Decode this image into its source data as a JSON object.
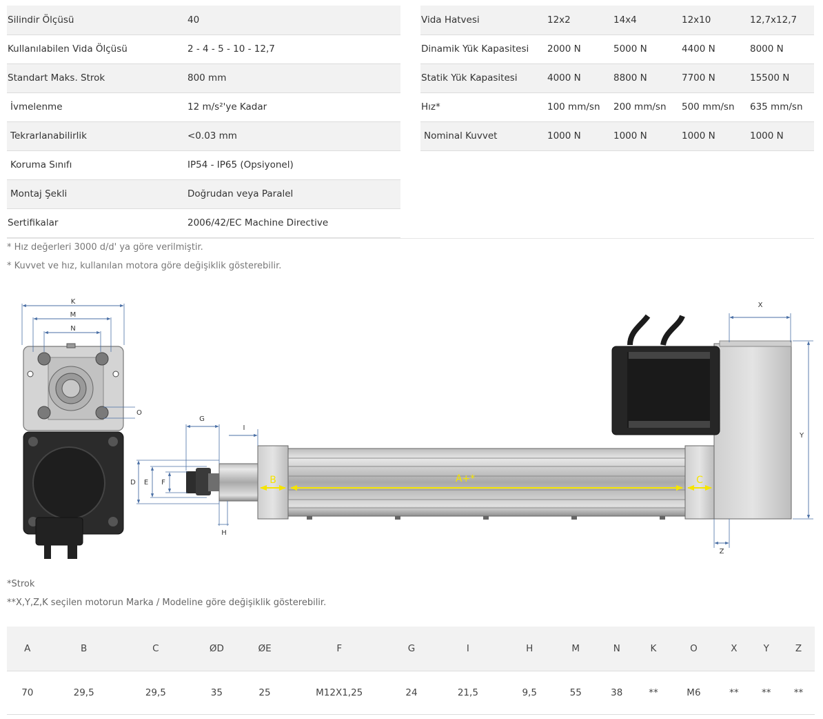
{
  "specs_left": [
    {
      "label": "Silindir Ölçüsü",
      "value": "40"
    },
    {
      "label": "Kullanılabilen Vida Ölçüsü",
      "value": "2 - 4 - 5 - 10 - 12,7"
    },
    {
      "label": "Standart Maks. Strok",
      "value": "800 mm"
    },
    {
      "label": "İvmelenme",
      "value": "12 m/s²'ye Kadar"
    },
    {
      "label": "Tekrarlanabilirlik",
      "value": "<0.03 mm"
    },
    {
      "label": "Koruma Sınıfı",
      "value": "IP54 - IP65 (Opsiyonel)"
    },
    {
      "label": "Montaj Şekli",
      "value": "Doğrudan veya Paralel"
    },
    {
      "label": "Sertifikalar",
      "value": "2006/42/EC Machine Directive"
    }
  ],
  "specs_right": [
    {
      "label": "Vida Hatvesi",
      "values": [
        "12x2",
        "14x4",
        "12x10",
        "12,7x12,7"
      ]
    },
    {
      "label": "Dinamik Yük Kapasitesi",
      "values": [
        "2000 N",
        "5000 N",
        "4400 N",
        "8000 N"
      ]
    },
    {
      "label": "Statik Yük Kapasitesi",
      "values": [
        "4000 N",
        "8800 N",
        "7700 N",
        "15500 N"
      ]
    },
    {
      "label": "Hız*",
      "values": [
        "100 mm/sn",
        "200 mm/sn",
        "500 mm/sn",
        "635 mm/sn"
      ]
    },
    {
      "label": "Nominal Kuvvet",
      "values": [
        "1000 N",
        "1000 N",
        "1000 N",
        "1000 N"
      ]
    }
  ],
  "notes": {
    "speed": "* Hız değerleri 3000 d/d' ya göre verilmiştir.",
    "force": "* Kuvvet ve hız, kullanılan motora göre değişiklik gösterebilir.",
    "stroke": "*Strok",
    "motor": "**X,Y,Z,K seçilen motorun Marka / Modeline göre değişiklik gösterebilir."
  },
  "drawing_labels": {
    "K": "K",
    "M": "M",
    "N": "N",
    "O": "O",
    "G": "G",
    "I": "I",
    "D": "D",
    "E": "E",
    "F": "F",
    "H": "H",
    "B": "B",
    "A": "A+*",
    "C": "C",
    "X": "X",
    "Y": "Y",
    "Z": "Z"
  },
  "dimensions": {
    "headers": [
      "A",
      "B",
      "C",
      "ØD",
      "ØE",
      "F",
      "G",
      "I",
      "H",
      "M",
      "N",
      "K",
      "O",
      "X",
      "Y",
      "Z"
    ],
    "values": [
      "70",
      "29,5",
      "29,5",
      "35",
      "25",
      "M12X1,25",
      "24",
      "21,5",
      "9,5",
      "55",
      "38",
      "**",
      "M6",
      "**",
      "**",
      "**"
    ]
  },
  "colors": {
    "dimension_line": "#4a6fa5",
    "highlight": "#f5e400",
    "body_dark": "#2b2b2b",
    "body_gray": "#c8c8c8"
  }
}
